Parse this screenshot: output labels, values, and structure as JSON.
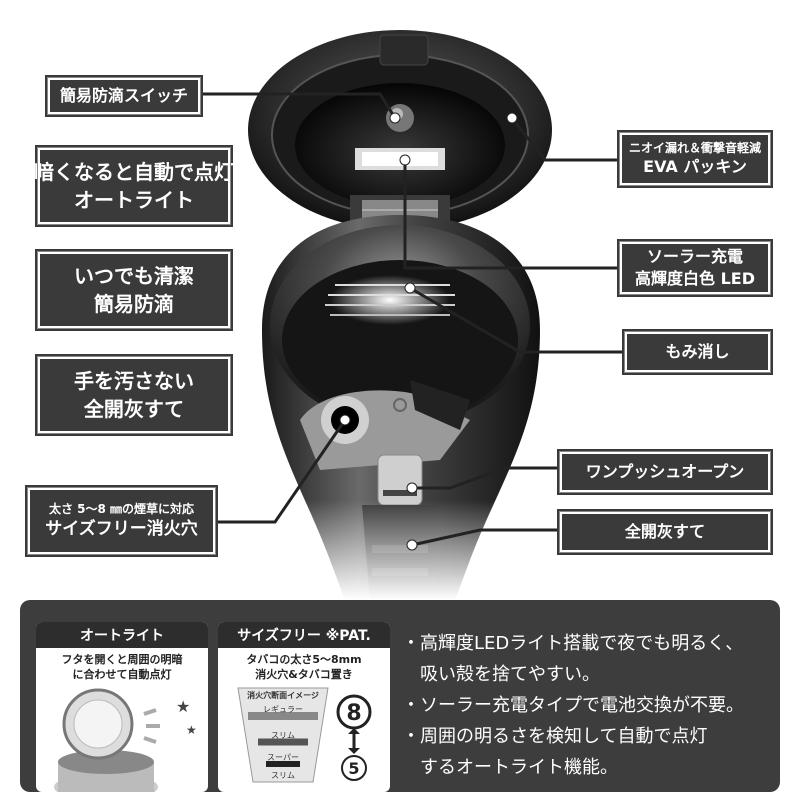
{
  "callouts": {
    "switch": "簡易防滴スイッチ",
    "eva": [
      "ニオイ漏れ＆衝撃音軽減",
      "EVA パッキン"
    ],
    "autolight": [
      "暗くなると自動で点灯",
      "オートライト"
    ],
    "solar": [
      "ソーラー充電",
      "高輝度白色 LED"
    ],
    "clean": [
      "いつでも清潔",
      "簡易防滴"
    ],
    "extinguish": "もみ消し",
    "hands": [
      "手を汚さない",
      "全開灰すて"
    ],
    "onepush": "ワンプッシュオープン",
    "hole": [
      "太さ 5～8 ㎜の煙草に対応",
      "サイズフリー消火穴"
    ],
    "fullopen": "全開灰すて"
  },
  "card_autolight": {
    "title": "オートライト",
    "desc": [
      "フタを開くと周囲の明暗",
      "に合わせて自動点灯"
    ]
  },
  "card_sizefree": {
    "title": "サイズフリー ※PAT.",
    "desc": [
      "タバコの太さ5～8mm",
      "消火穴&タバコ置き"
    ],
    "diagram_title": "消火穴断面イメージ",
    "labels": [
      "レギュラー",
      "スリム",
      "スーパー",
      "スリム"
    ],
    "size_max": "8",
    "size_min": "5"
  },
  "features": [
    "・高輝度LEDライト搭載で夜でも明るく、",
    "　吸い殻を捨てやすい。",
    "・ソーラー充電タイプで電池交換が不要。",
    "・周囲の明るさを検知して自動で点灯",
    "　するオートライト機能。"
  ],
  "colors": {
    "panel": "#3d3d3d",
    "callout": "#3a3a3a",
    "product": "#2a2a2a"
  }
}
